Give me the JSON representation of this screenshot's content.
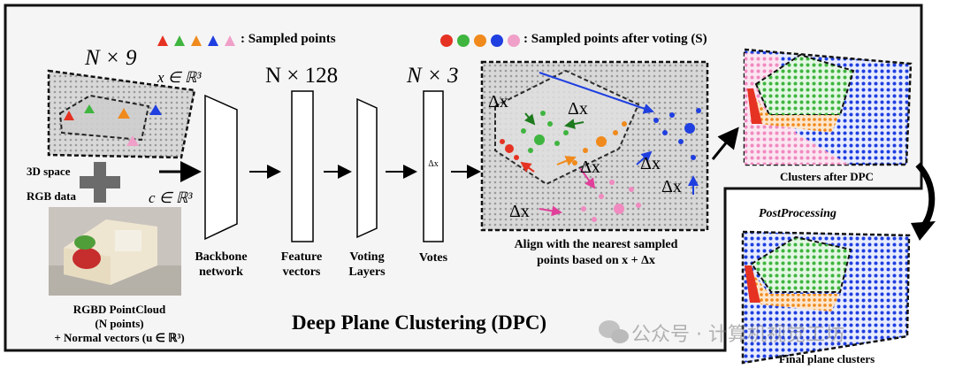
{
  "header": {
    "n9": "N × 9",
    "n128": "N × 128",
    "n3": "N × 3",
    "x_in_r3": "x ∈ ℝ³",
    "c_in_r3": "c ∈ ℝ³",
    "sampled_points": ": Sampled points",
    "sampled_after_voting": ": Sampled points after voting (S)"
  },
  "left": {
    "space_3d": "3D space",
    "rgb_data": "RGB data",
    "pc_line1": "RGBD PointCloud",
    "pc_line2": "(N points)",
    "pc_line3": "+ Normal vectors (u ∈ ℝ³)"
  },
  "pipeline": {
    "backbone_1": "Backbone",
    "backbone_2": "network",
    "feature_1": "Feature",
    "feature_2": "vectors",
    "voting_1": "Voting",
    "voting_2": "Layers",
    "votes": "Votes",
    "votes_inner": "Δx"
  },
  "align": {
    "line1": "Align with the nearest sampled",
    "line2": "points based on x + Δx",
    "delta": "Δx"
  },
  "right": {
    "clusters_after": "Clusters after DPC",
    "postprocessing": "PostProcessing",
    "final": "Final plane clusters"
  },
  "title": "Deep Plane Clustering (DPC)",
  "watermark": "公众号 · 计算机视觉工坊",
  "colors": {
    "red": "#e53222",
    "green": "#3fb53f",
    "orange": "#f08a1c",
    "blue": "#1f3fe0",
    "pink": "#f0a0c8"
  }
}
